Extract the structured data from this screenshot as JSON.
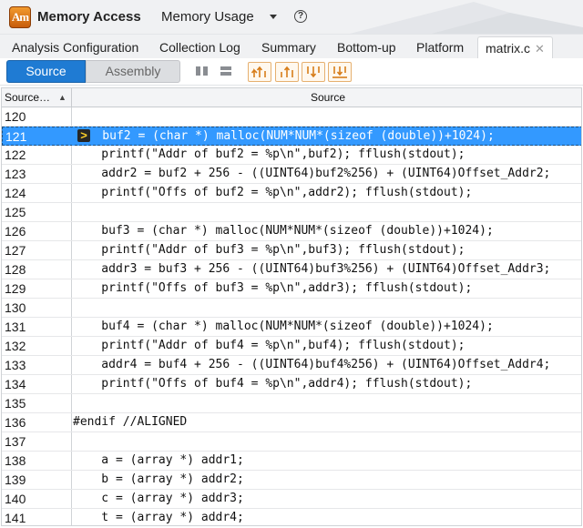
{
  "app": {
    "title": "Memory Access",
    "analysis_type": "Memory Usage",
    "icon_text": "Am",
    "icon_name": "amplifier-app-icon",
    "help_icon_text": "?"
  },
  "tabs": [
    {
      "label": "Analysis Configuration"
    },
    {
      "label": "Collection Log"
    },
    {
      "label": "Summary"
    },
    {
      "label": "Bottom-up"
    },
    {
      "label": "Platform"
    },
    {
      "label": "matrix.c",
      "active": true,
      "closable": true
    }
  ],
  "toolbar": {
    "view_source_label": "Source",
    "view_assembly_label": "Assembly",
    "icons": [
      "split-vertical-icon",
      "split-horizontal-icon",
      "hotspot-up-icon",
      "hotspot-next-icon",
      "hotspot-down-icon",
      "hotspot-last-icon"
    ]
  },
  "grid": {
    "columns": [
      {
        "label": "Source…",
        "sort": "ascending"
      },
      {
        "label": "Source"
      }
    ],
    "selected_line": 121,
    "current_line_marker": ">",
    "rows": [
      {
        "line": "120",
        "code": ""
      },
      {
        "line": "121",
        "code": "    buf2 = (char *) malloc(NUM*NUM*(sizeof (double))+1024);"
      },
      {
        "line": "122",
        "code": "    printf(\"Addr of buf2 = %p\\n\",buf2); fflush(stdout);"
      },
      {
        "line": "123",
        "code": "    addr2 = buf2 + 256 - ((UINT64)buf2%256) + (UINT64)Offset_Addr2;"
      },
      {
        "line": "124",
        "code": "    printf(\"Offs of buf2 = %p\\n\",addr2); fflush(stdout);"
      },
      {
        "line": "125",
        "code": ""
      },
      {
        "line": "126",
        "code": "    buf3 = (char *) malloc(NUM*NUM*(sizeof (double))+1024);"
      },
      {
        "line": "127",
        "code": "    printf(\"Addr of buf3 = %p\\n\",buf3); fflush(stdout);"
      },
      {
        "line": "128",
        "code": "    addr3 = buf3 + 256 - ((UINT64)buf3%256) + (UINT64)Offset_Addr3;"
      },
      {
        "line": "129",
        "code": "    printf(\"Offs of buf3 = %p\\n\",addr3); fflush(stdout);"
      },
      {
        "line": "130",
        "code": ""
      },
      {
        "line": "131",
        "code": "    buf4 = (char *) malloc(NUM*NUM*(sizeof (double))+1024);"
      },
      {
        "line": "132",
        "code": "    printf(\"Addr of buf4 = %p\\n\",buf4); fflush(stdout);"
      },
      {
        "line": "133",
        "code": "    addr4 = buf4 + 256 - ((UINT64)buf4%256) + (UINT64)Offset_Addr4;"
      },
      {
        "line": "134",
        "code": "    printf(\"Offs of buf4 = %p\\n\",addr4); fflush(stdout);"
      },
      {
        "line": "135",
        "code": ""
      },
      {
        "line": "136",
        "code": "#endif //ALIGNED"
      },
      {
        "line": "137",
        "code": ""
      },
      {
        "line": "138",
        "code": "    a = (array *) addr1;"
      },
      {
        "line": "139",
        "code": "    b = (array *) addr2;"
      },
      {
        "line": "140",
        "code": "    c = (array *) addr3;"
      },
      {
        "line": "141",
        "code": "    t = (array *) addr4;"
      }
    ]
  },
  "colors": {
    "accent": "#1f7bd3",
    "selection": "#3399ff",
    "app_icon": "#e07a1c"
  }
}
